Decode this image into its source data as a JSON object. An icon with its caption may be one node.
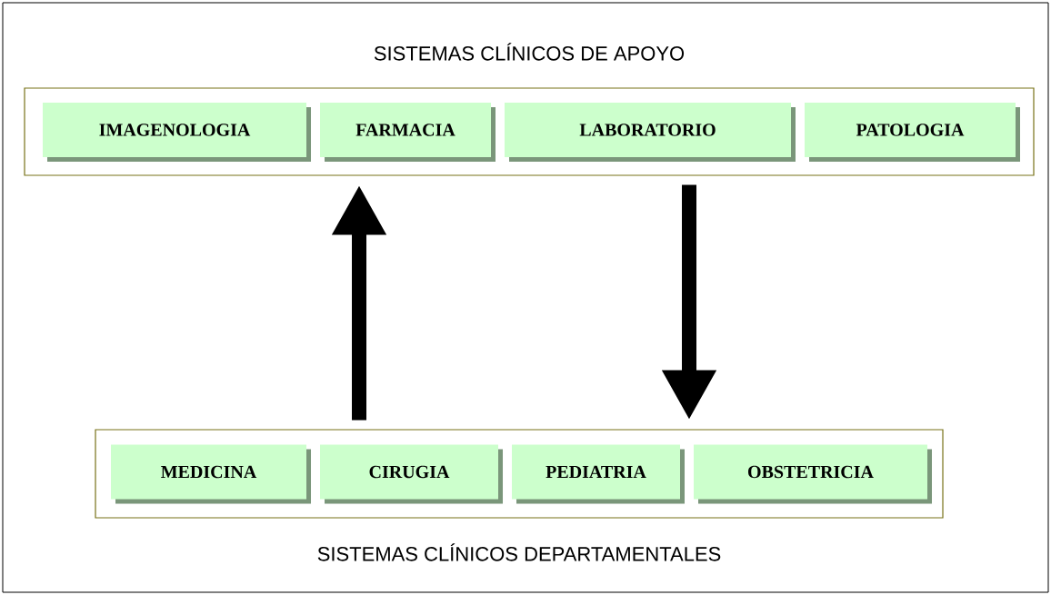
{
  "diagram": {
    "nodes": [
      {
        "text": [
          "SISTEMAS CLÍNICOS DE APOYO"
        ]
      },
      {
        "text": [
          "IMAGENOLOGIA"
        ],
        "in": 0
      },
      {
        "text": [
          "FARMACIA"
        ],
        "in": 0
      },
      {
        "text": [
          "LABORATORIO"
        ],
        "in": 0
      },
      {
        "text": [
          "PATOLOGIA"
        ],
        "in": 0
      },
      {
        "text": [
          "SISTEMAS CLÍNICOS DEPARTAMENTALES"
        ]
      },
      {
        "text": [
          "MEDICINA"
        ],
        "in": 5
      },
      {
        "text": [
          "CIRUGIA"
        ],
        "in": 5
      },
      {
        "text": [
          "PEDIATRIA"
        ],
        "in": 5
      },
      {
        "text": [
          "OBSTETRICIA"
        ],
        "in": 5
      }
    ],
    "edges": [
      {
        "from": 5,
        "to": 0,
        "arrow": "to"
      },
      {
        "from": 0,
        "to": 5,
        "arrow": "to"
      }
    ]
  }
}
